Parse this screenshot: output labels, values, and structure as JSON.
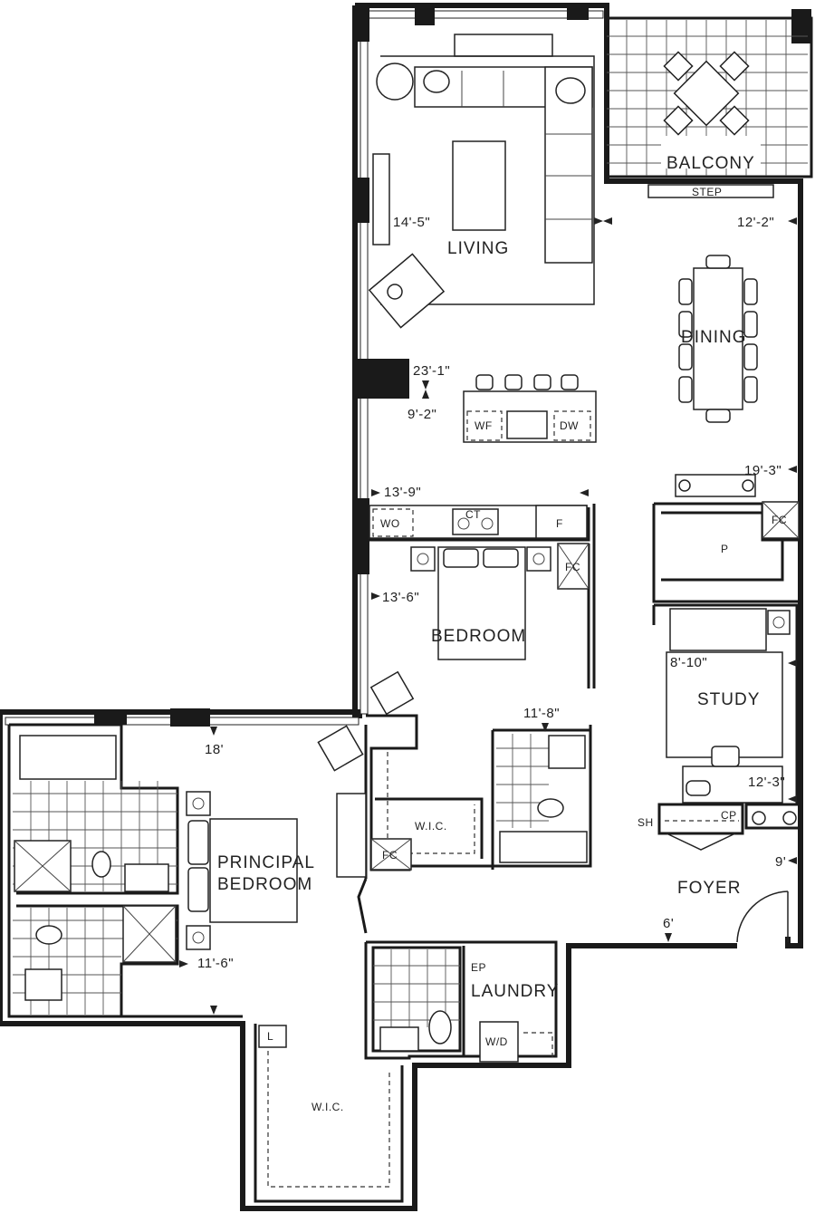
{
  "rooms": {
    "balcony": "BALCONY",
    "step": "STEP",
    "living": "LIVING",
    "dining": "DINING",
    "bedroom": "BEDROOM",
    "study": "STUDY",
    "principal_line1": "PRINCIPAL",
    "principal_line2": "BEDROOM",
    "foyer": "FOYER",
    "laundry": "LAUNDRY",
    "wic_bedroom": "W.I.C.",
    "wic_principal": "W.I.C."
  },
  "fixtures": {
    "wf": "WF",
    "dw": "DW",
    "wo": "WO",
    "ct": "CT",
    "fridge": "F",
    "fc_bedroom": "FC",
    "fc_dining": "FC",
    "fc_wic": "FC",
    "pantry": "P",
    "shelf": "SH",
    "closet": "CP",
    "electrical_panel": "EP",
    "washer_dryer": "W/D",
    "linen": "L"
  },
  "dimensions": {
    "living_width": "14'-5\"",
    "dining_width": "12'-2\"",
    "living_depth": "23'-1\"",
    "kitchen_depth": "9'-2\"",
    "kitchen_width": "13'-9\"",
    "dining_depth": "19'-3\"",
    "bedroom_width": "13'-6\"",
    "study_width": "8'-10\"",
    "bath_width": "11'-8\"",
    "principal_depth": "18'",
    "study_depth": "12'-3\"",
    "foyer_depth": "9'",
    "principal_width": "11'-6\"",
    "foyer_width": "6'"
  }
}
